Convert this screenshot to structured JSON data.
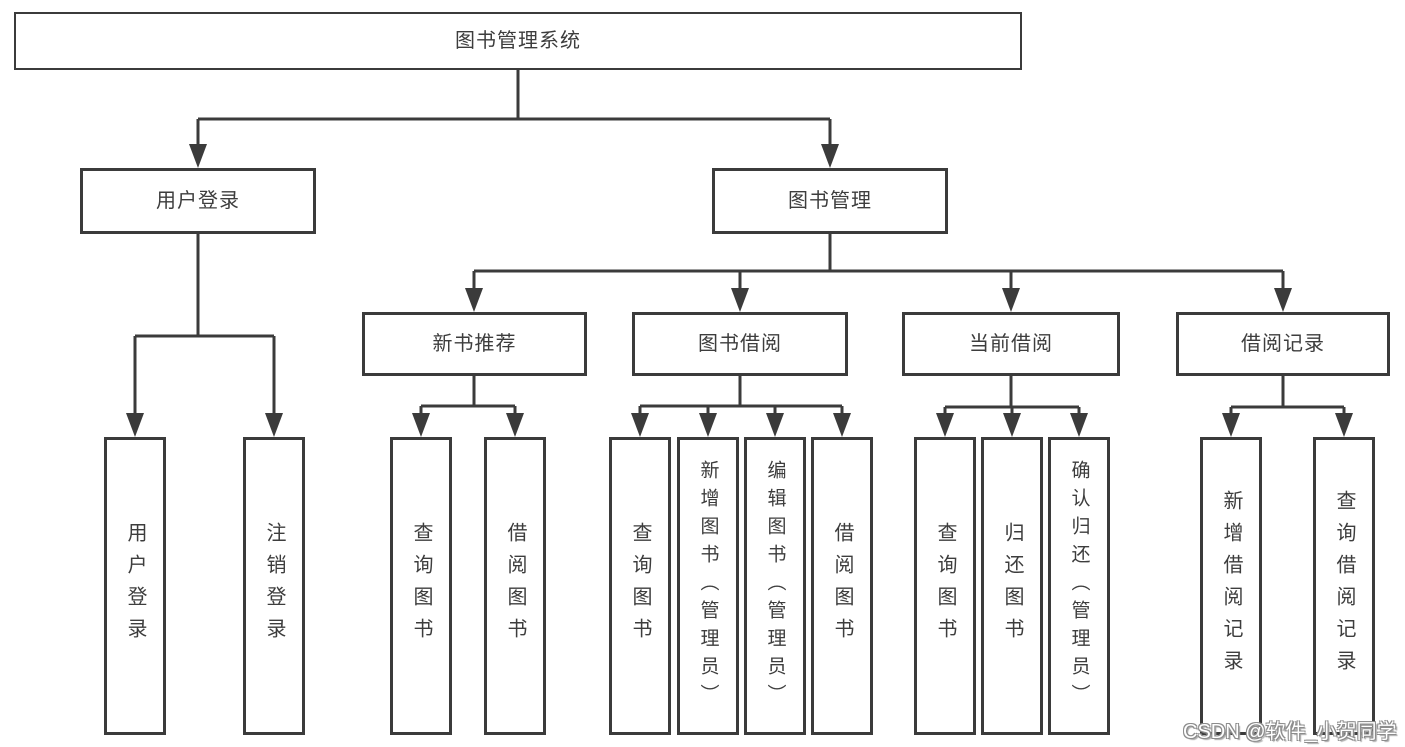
{
  "tree": {
    "label": "图书管理系统",
    "children": [
      {
        "label": "用户登录",
        "children": [
          {
            "label": "用户登录"
          },
          {
            "label": "注销登录"
          }
        ]
      },
      {
        "label": "图书管理",
        "children": [
          {
            "label": "新书推荐",
            "children": [
              {
                "label": "查询图书"
              },
              {
                "label": "借阅图书"
              }
            ]
          },
          {
            "label": "图书借阅",
            "children": [
              {
                "label": "查询图书"
              },
              {
                "label": "新增图书（管理员）"
              },
              {
                "label": "编辑图书（管理员）"
              },
              {
                "label": "借阅图书"
              }
            ]
          },
          {
            "label": "当前借阅",
            "children": [
              {
                "label": "查询图书"
              },
              {
                "label": "归还图书"
              },
              {
                "label": "确认归还（管理员）"
              }
            ]
          },
          {
            "label": "借阅记录",
            "children": [
              {
                "label": "新增借阅记录"
              },
              {
                "label": "查询借阅记录"
              }
            ]
          }
        ]
      }
    ]
  },
  "watermark": "CSDN @软件_小贺同学",
  "colors": {
    "background": "#ffffff",
    "line": "#3b3b3b",
    "box_border": "#3b3b3b",
    "box_fill": "#ffffff",
    "text": "#3d3d3d",
    "watermark_fill": "#ffffff",
    "watermark_outline": "#8c8c8c"
  }
}
